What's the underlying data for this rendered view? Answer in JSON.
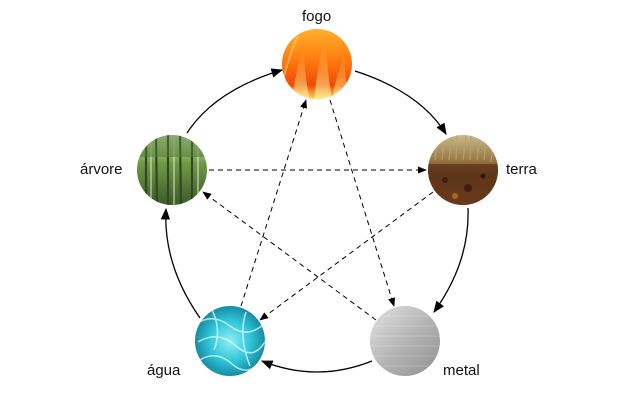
{
  "nodes": {
    "fogo": "fogo",
    "terra": "terra",
    "metal": "metal",
    "agua": "água",
    "arvore": "árvore"
  },
  "generating_cycle": [
    "fogo",
    "terra",
    "metal",
    "agua",
    "arvore"
  ],
  "controlling_cycle": [
    [
      "fogo",
      "metal"
    ],
    [
      "metal",
      "arvore"
    ],
    [
      "arvore",
      "terra"
    ],
    [
      "terra",
      "agua"
    ],
    [
      "agua",
      "fogo"
    ]
  ],
  "colors": {
    "fire": "#ff7a10",
    "earth": "#6b3f20",
    "metal": "#a9a9a9",
    "water": "#2ec4d6",
    "wood": "#5f8a3c",
    "line": "#000000"
  }
}
